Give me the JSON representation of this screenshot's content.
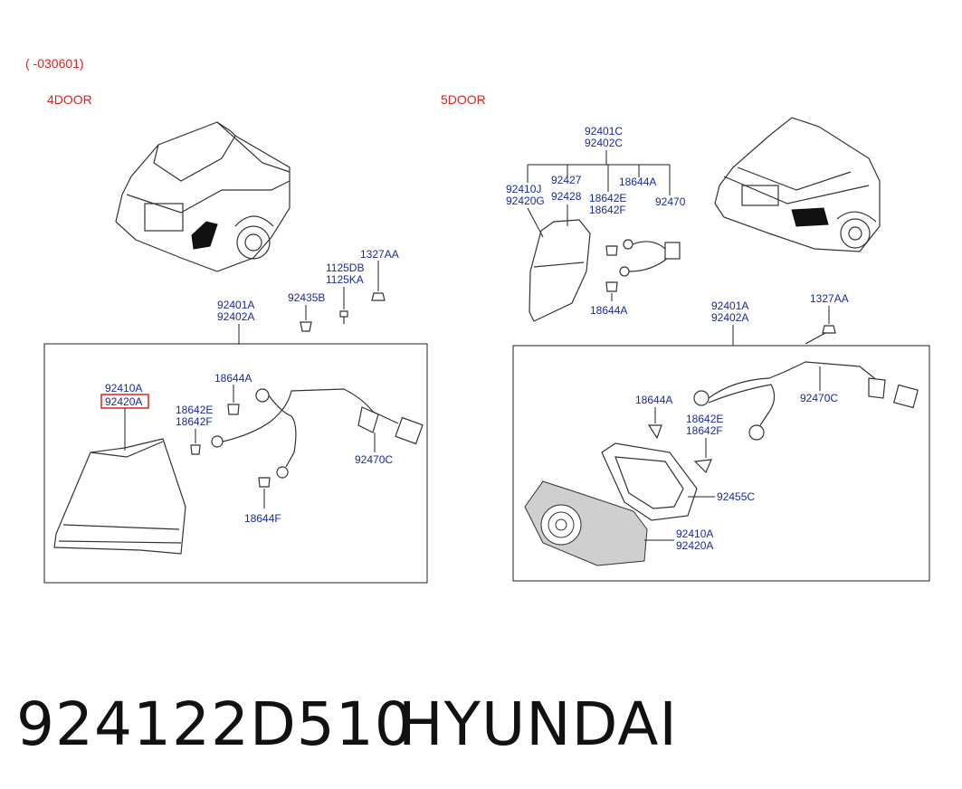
{
  "header": {
    "date_range": "( -030601)",
    "variant_left": "4DOOR",
    "variant_right": "5DOOR"
  },
  "left_panel": {
    "callout_main": [
      "92401A",
      "92402A"
    ],
    "fasteners": [
      "92435B",
      "1125DB",
      "1125KA",
      "1327AA"
    ],
    "lamp_labels": [
      "92410A",
      "92420A"
    ],
    "highlighted": "92420A",
    "bulb_a": "18644A",
    "socket": [
      "18642E",
      "18642F"
    ],
    "harness": "92470C",
    "bulb_f": "18644F"
  },
  "right_panel": {
    "top_callout": [
      "92401C",
      "92402C"
    ],
    "sub_labels": {
      "lamp": [
        "92410J",
        "92420G"
      ],
      "mid": [
        "92427",
        "92428"
      ],
      "socket": [
        "18642E",
        "18642F"
      ],
      "bulb_top": "18644A",
      "harness_top": "92470",
      "bulb_bottom": "18644A"
    },
    "callout_main": [
      "92401A",
      "92402A"
    ],
    "nut": "1327AA",
    "bulb": "18644A",
    "socket": [
      "18642E",
      "18642F"
    ],
    "harness": "92470C",
    "gasket": "92455C",
    "lamp": [
      "92410A",
      "92420A"
    ]
  },
  "footer": {
    "part_number": "924122D510",
    "brand": "HYUNDAI"
  },
  "colors": {
    "label": "#1a2a9c",
    "header": "#d7261f",
    "highlight_box": "#d7261f"
  }
}
